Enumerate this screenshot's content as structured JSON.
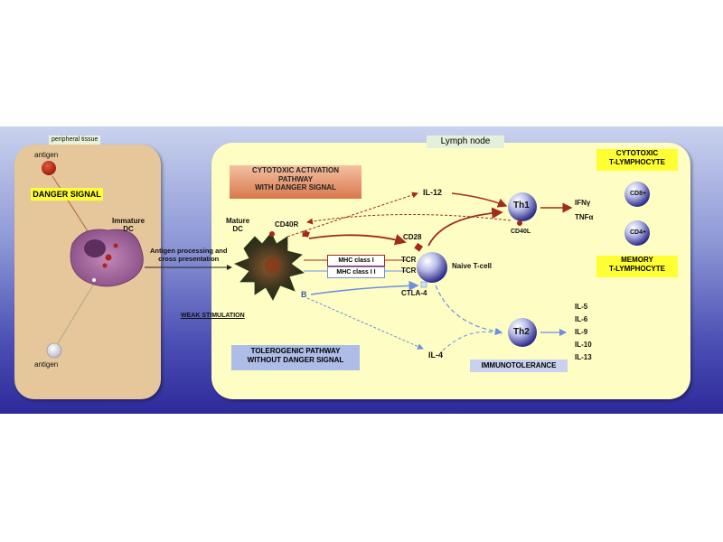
{
  "labels": {
    "peripheral_tissue": "peripheral tissue",
    "antigen_top": "antigen",
    "danger_signal": "DANGER SIGNAL",
    "immature_dc": "Immature\nDC",
    "antigen_bottom": "antigen",
    "lymph_node": "Lymph node",
    "cytotoxic_pathway": "CYTOTOXIC ACTIVATION\nPATHWAY\nWITH DANGER SIGNAL",
    "mature_dc": "Mature\nDC",
    "cd40r": "CD40R",
    "antigen_processing": "Antigen processing and\ncross presentation",
    "b_label": "B",
    "il12": "IL-12",
    "cd28": "CD28",
    "mhc1": "MHC class I",
    "mhc2": "MHC class I I",
    "tcr1": "TCR",
    "tcr2": "TCR",
    "naive_tcell": "Naive T-cell",
    "ctla4": "CTLA-4",
    "th1": "Th1",
    "cd40l": "CD40L",
    "ifn": "IFNγ",
    "tnf": "TNFα",
    "cytotoxic_tl": "CYTOTOXIC\nT-LYMPHOCYTE",
    "cd8": "CD8+",
    "cd4": "CD4+",
    "memory_tl": "MEMORY\nT-LYMPHOCYTE",
    "weak_stim": "WEAK STIMULATION",
    "tolerogenic_pathway": "TOLEROGENIC PATHWAY\nWITHOUT DANGER SIGNAL",
    "il4": "IL-4",
    "th2": "Th2",
    "immunotolerance": "IMMUNOTOLERANCE",
    "il_list": [
      "IL-5",
      "IL-6",
      "IL-9",
      "IL-10",
      "IL-13"
    ]
  },
  "colors": {
    "tissue": "#e6c79b",
    "lymph_node": "#fdfdc4",
    "danger_box": "#ffff33",
    "cytotoxic_pathway_box": "#e08e6a",
    "tolerogenic_box": "#aebde8",
    "activation_arrow": "#a22a1d",
    "tolerance_arrow": "#6e8fe0",
    "cell_blue": "#3a3a9a"
  }
}
